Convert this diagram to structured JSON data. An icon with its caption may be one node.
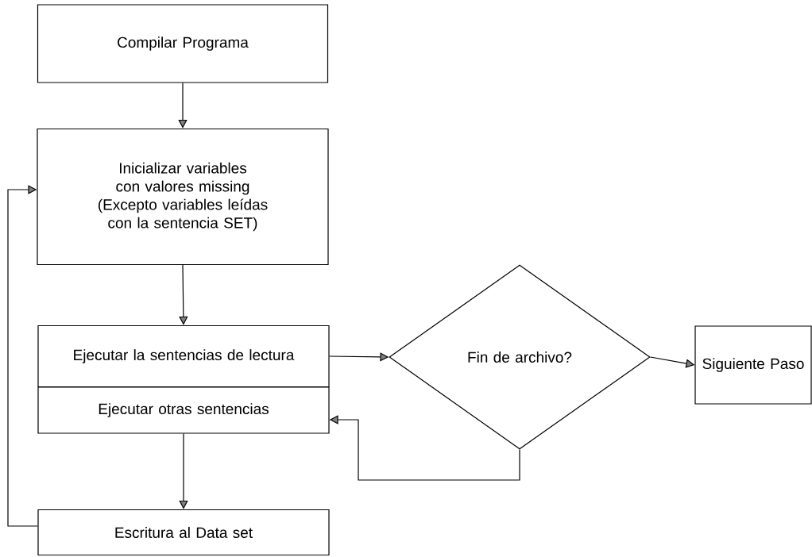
{
  "diagram": {
    "nodes": [
      {
        "text": [
          "Compilar Programa"
        ]
      },
      {
        "text": [
          "Inicializar variables con valores missing",
          "(Excepto variables leídas con la sentencia SET)"
        ]
      },
      {
        "text": [
          "Ejecutar la sentencias de lectura"
        ]
      },
      {
        "text": [
          "Ejecutar otras sentencias"
        ]
      },
      {
        "text": [
          "Fin de archivo?"
        ]
      },
      {
        "text": [
          "Siguiente Paso"
        ]
      },
      {
        "text": [
          "Escritura al Data set"
        ]
      }
    ],
    "edges": [
      {
        "from": 0,
        "to": 1,
        "arrow": "to"
      },
      {
        "from": 1,
        "to": 2,
        "arrow": "to"
      },
      {
        "from": 2,
        "to": 4,
        "arrow": "to"
      },
      {
        "from": 4,
        "to": 5,
        "arrow": "to"
      },
      {
        "from": 4,
        "to": 3,
        "arrow": "to"
      },
      {
        "from": 3,
        "to": 6,
        "arrow": "to"
      },
      {
        "from": 6,
        "to": 1,
        "arrow": "to"
      }
    ]
  }
}
